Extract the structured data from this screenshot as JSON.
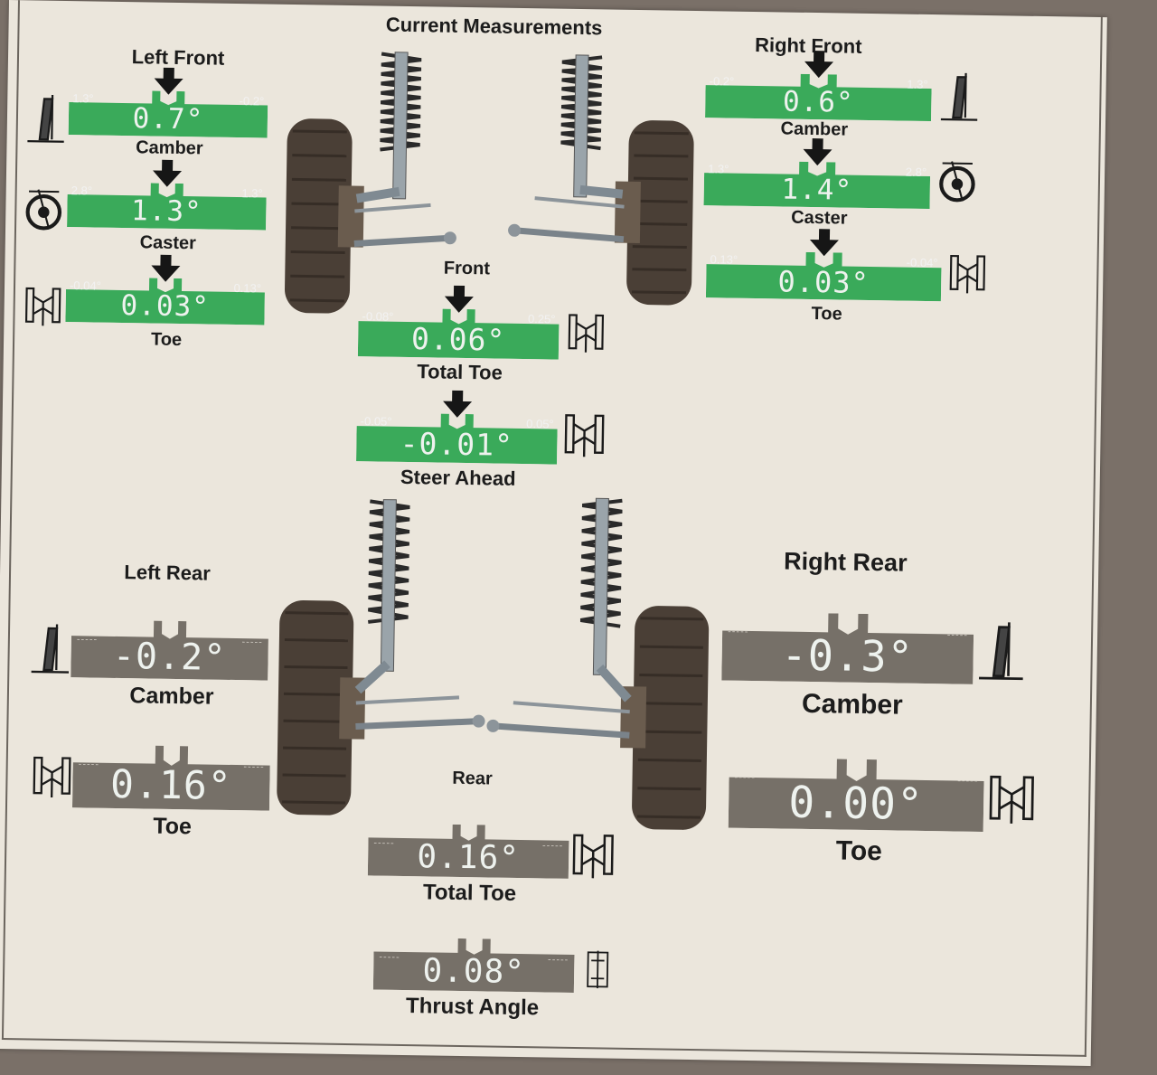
{
  "title": "Current Measurements",
  "front": {
    "label": "Front",
    "left_front": {
      "heading": "Left Front",
      "camber": {
        "label": "Camber",
        "value": "0.7°",
        "min": "1.3°",
        "max": "-0.2°"
      },
      "caster": {
        "label": "Caster",
        "value": "1.3°",
        "min": "2.8°",
        "max": "1.3°"
      },
      "toe": {
        "label": "Toe",
        "value": "0.03°",
        "min": "-0.04°",
        "max": "0.13°"
      }
    },
    "right_front": {
      "heading": "Right Front",
      "camber": {
        "label": "Camber",
        "value": "0.6°",
        "min": "-0.2°",
        "max": "1.3°"
      },
      "caster": {
        "label": "Caster",
        "value": "1.4°",
        "min": "1.3°",
        "max": "2.8°"
      },
      "toe": {
        "label": "Toe",
        "value": "0.03°",
        "min": "0.13°",
        "max": "-0.04°"
      }
    },
    "total_toe": {
      "label": "Total Toe",
      "value": "0.06°",
      "min": "-0.08°",
      "max": "0.25°"
    },
    "steer_ahead": {
      "label": "Steer Ahead",
      "value": "-0.01°",
      "min": "-0.05°",
      "max": "0.05°"
    }
  },
  "rear": {
    "label": "Rear",
    "left_rear": {
      "heading": "Left Rear",
      "camber": {
        "label": "Camber",
        "value": "-0.2°"
      },
      "toe": {
        "label": "Toe",
        "value": "0.16°"
      }
    },
    "right_rear": {
      "heading": "Right Rear",
      "camber": {
        "label": "Camber",
        "value": "-0.3°"
      },
      "toe": {
        "label": "Toe",
        "value": "0.00°"
      }
    },
    "total_toe": {
      "label": "Total Toe",
      "value": "0.16°"
    },
    "thrust_angle": {
      "label": "Thrust Angle",
      "value": "0.08°"
    }
  },
  "colors": {
    "in_spec": "#3aaa5a",
    "no_spec": "#767068",
    "paper": "#ebe6dc"
  },
  "icons": {
    "camber": "camber-icon",
    "caster": "caster-icon",
    "toe": "toe-icon",
    "thrust": "thrust-icon"
  }
}
